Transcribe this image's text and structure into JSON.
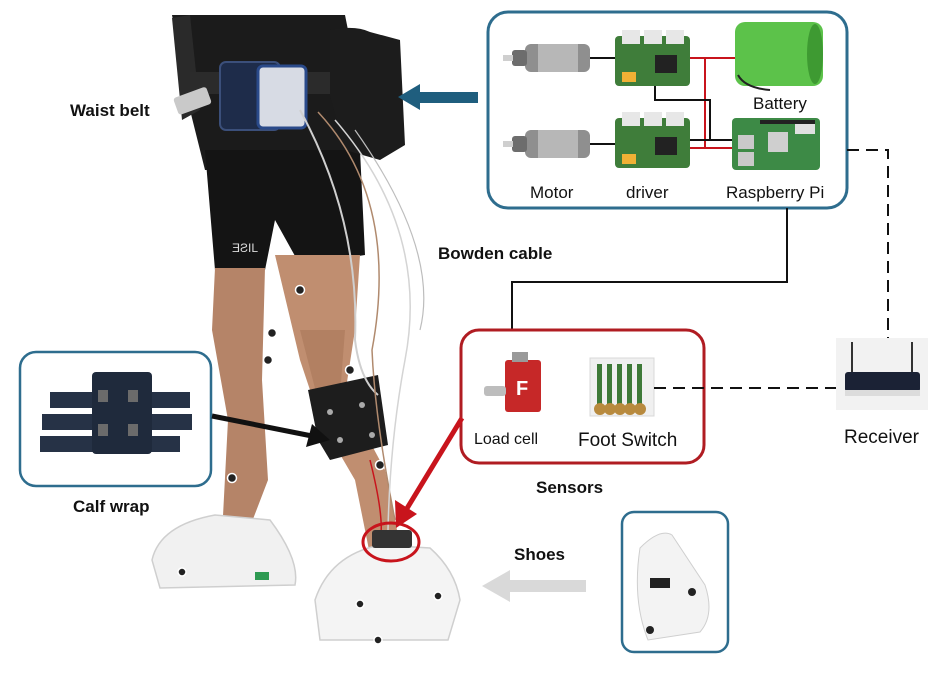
{
  "labels": {
    "waist_belt": "Waist belt",
    "bowden_cable": "Bowden cable",
    "calf_wrap": "Calf wrap",
    "sensors": "Sensors",
    "shoes": "Shoes",
    "receiver": "Receiver",
    "battery": "Battery",
    "motor": "Motor",
    "driver": "driver",
    "raspberry_pi": "Raspberry Pi",
    "load_cell": "Load cell",
    "foot_switch": "Foot Switch"
  },
  "colors": {
    "control_box_border": "#2e6d8e",
    "sensor_box_border": "#b01c22",
    "arrow_blue": "#1f5e7e",
    "arrow_red": "#c8141c",
    "arrow_grey": "#d9d9d9",
    "battery_green": "#5cc24a",
    "pcb_green": "#3f7d3a",
    "load_cell_red": "#c62828"
  }
}
